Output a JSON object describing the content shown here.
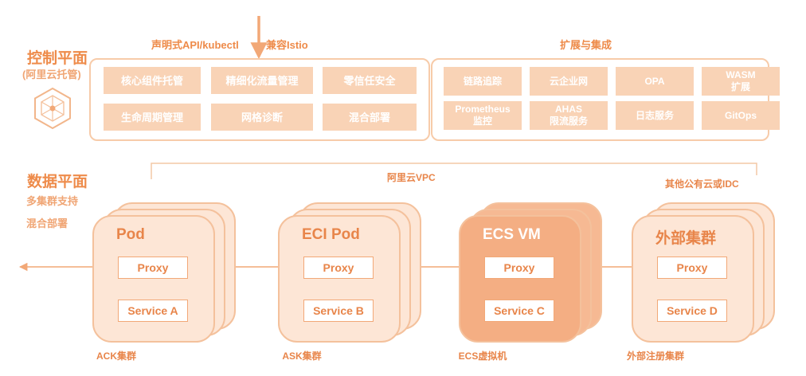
{
  "colors": {
    "accent": "#ee8b4a",
    "cell_fill": "#f9d3b6",
    "card_light": "#fde6d6",
    "card_dark": "#f6b993",
    "line": "#f2a877"
  },
  "control_plane": {
    "title": "控制平面",
    "subtitle": "(阿里云托管)",
    "icon": "hexagon-mesh-icon",
    "api_label": "声明式API/kubectl",
    "istio_label": "兼容Istio",
    "features": [
      "核心组件托管",
      "精细化流量管理",
      "零信任安全",
      "生命周期管理",
      "网格诊断",
      "混合部署"
    ]
  },
  "extensions": {
    "title": "扩展与集成",
    "items": [
      "链路追踪",
      "云企业网",
      "OPA",
      "WASM\n扩展",
      "Prometheus\n监控",
      "AHAS\n限流服务",
      "日志服务",
      "GitOps"
    ]
  },
  "data_plane": {
    "title": "数据平面",
    "sub1": "多集群支持",
    "sub2": "混合部署",
    "vpc_label": "阿里云VPC",
    "other_label": "其他公有云或IDC"
  },
  "clusters": [
    {
      "title": "Pod",
      "proxy": "Proxy",
      "service": "Service A",
      "caption": "ACK集群",
      "style": "light"
    },
    {
      "title": "ECI Pod",
      "proxy": "Proxy",
      "service": "Service B",
      "caption": "ASK集群",
      "style": "light"
    },
    {
      "title": "ECS VM",
      "proxy": "Proxy",
      "service": "Service C",
      "caption": "ECS虚拟机",
      "style": "dark"
    },
    {
      "title": "外部集群",
      "proxy": "Proxy",
      "service": "Service D",
      "caption": "外部注册集群",
      "style": "light"
    }
  ]
}
